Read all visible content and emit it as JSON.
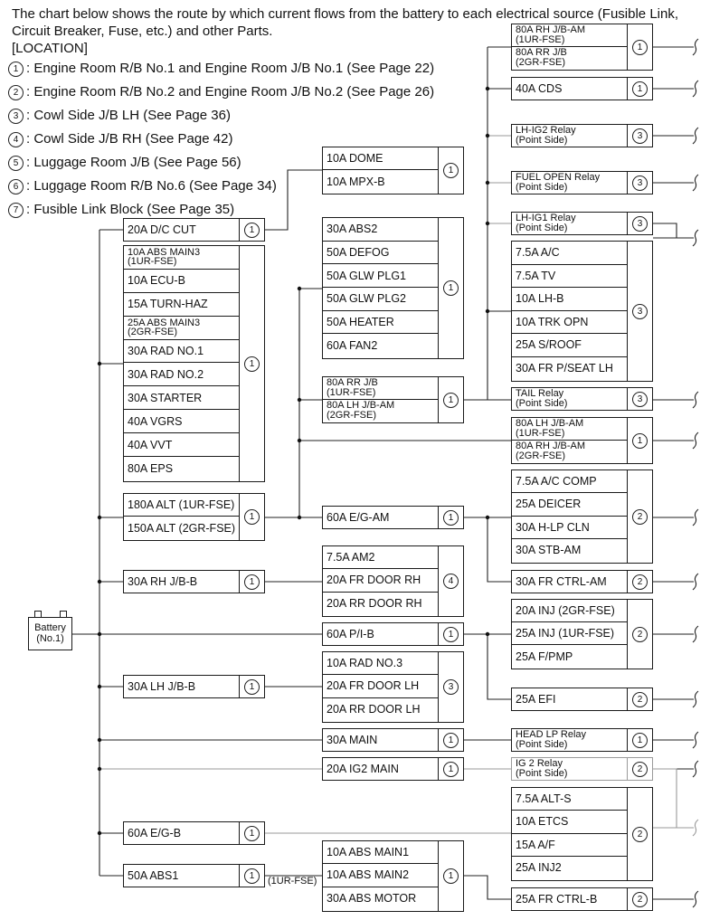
{
  "header": {
    "intro": "The chart below shows the route by which current flows from the battery to each electrical source (Fusible Link, Circuit Breaker, Fuse, etc.) and other Parts.",
    "location_title": "[LOCATION]"
  },
  "locations": [
    {
      "num": "1",
      "text": ": Engine Room R/B No.1 and Engine Room J/B No.1 (See Page 22)"
    },
    {
      "num": "2",
      "text": ": Engine Room R/B No.2 and Engine Room J/B No.2 (See Page 26)"
    },
    {
      "num": "3",
      "text": ": Cowl Side J/B LH (See Page 36)"
    },
    {
      "num": "4",
      "text": ": Cowl Side J/B RH (See Page 42)"
    },
    {
      "num": "5",
      "text": ": Luggage Room J/B (See Page 56)"
    },
    {
      "num": "6",
      "text": ": Luggage Room R/B No.6 (See Page 34)"
    },
    {
      "num": "7",
      "text": ": Fusible Link Block (See Page 35)"
    }
  ],
  "battery": {
    "label": "Battery\n(No.1)"
  },
  "note_1ur": "(1UR-FSE)",
  "boxes": [
    {
      "id": "dc-cut",
      "loc": "1",
      "fuses": [
        "20A D/C CUT"
      ]
    },
    {
      "id": "col1-main",
      "loc": "1",
      "fuses": [
        "10A ABS MAIN3\n(1UR-FSE)",
        "10A ECU-B",
        "15A TURN-HAZ",
        "25A ABS MAIN3\n(2GR-FSE)",
        "30A RAD NO.1",
        "30A RAD NO.2",
        "30A STARTER",
        "40A VGRS",
        "40A VVT",
        "80A EPS"
      ]
    },
    {
      "id": "alt",
      "loc": "1",
      "fuses": [
        "180A ALT (1UR-FSE)",
        "150A ALT (2GR-FSE)"
      ]
    },
    {
      "id": "rh-jb-b",
      "loc": "1",
      "fuses": [
        "30A RH J/B-B"
      ]
    },
    {
      "id": "lh-jb-b",
      "loc": "1",
      "fuses": [
        "30A LH J/B-B"
      ]
    },
    {
      "id": "eg-b",
      "loc": "1",
      "fuses": [
        "60A E/G-B"
      ]
    },
    {
      "id": "abs1",
      "loc": "1",
      "fuses": [
        "50A ABS1"
      ]
    },
    {
      "id": "dome",
      "loc": "1",
      "fuses": [
        "10A DOME",
        "10A MPX-B"
      ]
    },
    {
      "id": "abs2",
      "loc": "1",
      "fuses": [
        "30A ABS2",
        "50A DEFOG",
        "50A GLW PLG1",
        "50A GLW PLG2",
        "50A HEATER",
        "60A FAN2"
      ]
    },
    {
      "id": "rr-jb",
      "loc": "1",
      "fuses": [
        "80A RR J/B\n(1UR-FSE)",
        "80A LH J/B-AM\n(2GR-FSE)"
      ]
    },
    {
      "id": "eg-am",
      "loc": "1",
      "fuses": [
        "60A E/G-AM"
      ]
    },
    {
      "id": "am2",
      "loc": "4",
      "fuses": [
        "7.5A AM2",
        "20A FR DOOR RH",
        "20A RR DOOR RH"
      ]
    },
    {
      "id": "pi-b",
      "loc": "1",
      "fuses": [
        "60A P/I-B"
      ]
    },
    {
      "id": "rad3",
      "loc": "3",
      "fuses": [
        "10A RAD NO.3",
        "20A FR DOOR LH",
        "20A RR DOOR LH"
      ]
    },
    {
      "id": "main30",
      "loc": "1",
      "fuses": [
        "30A MAIN"
      ]
    },
    {
      "id": "ig2main",
      "loc": "1",
      "fuses": [
        "20A IG2 MAIN"
      ]
    },
    {
      "id": "absmain",
      "loc": "1",
      "fuses": [
        "10A ABS MAIN1",
        "10A ABS MAIN2",
        "30A ABS MOTOR"
      ]
    },
    {
      "id": "rh-jb-am",
      "loc": "1",
      "fuses": [
        "80A RH J/B-AM\n(1UR-FSE)",
        "80A RR J/B\n(2GR-FSE)"
      ]
    },
    {
      "id": "cds",
      "loc": "1",
      "fuses": [
        "40A  CDS"
      ]
    },
    {
      "id": "lh-ig2",
      "loc": "3",
      "fuses": [
        "LH-IG2 Relay\n(Point Side)"
      ]
    },
    {
      "id": "fuel-open",
      "loc": "3",
      "fuses": [
        "FUEL OPEN Relay\n(Point Side)"
      ]
    },
    {
      "id": "lh-ig1",
      "loc": "3",
      "fuses": [
        "LH-IG1 Relay\n(Point Side)"
      ]
    },
    {
      "id": "ac",
      "loc": "3",
      "fuses": [
        "7.5A A/C",
        "7.5A TV",
        "10A LH-B",
        "10A TRK OPN",
        "25A S/ROOF",
        "30A FR P/SEAT LH"
      ]
    },
    {
      "id": "tail",
      "loc": "3",
      "fuses": [
        "TAIL Relay\n(Point Side)"
      ]
    },
    {
      "id": "lh-jb-am",
      "loc": "1",
      "fuses": [
        "80A LH J/B-AM\n(1UR-FSE)",
        "80A RH J/B-AM\n(2GR-FSE)"
      ]
    },
    {
      "id": "ac-comp",
      "loc": "2",
      "fuses": [
        "7.5A A/C COMP",
        "25A DEICER",
        "30A H-LP CLN",
        "30A STB-AM"
      ]
    },
    {
      "id": "fr-ctrl-am",
      "loc": "2",
      "fuses": [
        "30A FR CTRL-AM"
      ]
    },
    {
      "id": "inj",
      "loc": "2",
      "fuses": [
        "20A INJ (2GR-FSE)",
        "25A INJ (1UR-FSE)",
        "25A F/PMP"
      ]
    },
    {
      "id": "efi",
      "loc": "2",
      "fuses": [
        "25A EFI"
      ]
    },
    {
      "id": "head-lp",
      "loc": "1",
      "fuses": [
        "HEAD LP Relay\n(Point Side)"
      ]
    },
    {
      "id": "ig2-relay",
      "loc": "2",
      "fuses": [
        "IG 2 Relay\n(Point Side)"
      ]
    },
    {
      "id": "alt-s",
      "loc": "2",
      "fuses": [
        "7.5A ALT-S",
        "10A ETCS",
        "15A A/F",
        "25A INJ2"
      ]
    },
    {
      "id": "fr-ctrl-b",
      "loc": "2",
      "fuses": [
        "25A FR CTRL-B"
      ]
    }
  ]
}
